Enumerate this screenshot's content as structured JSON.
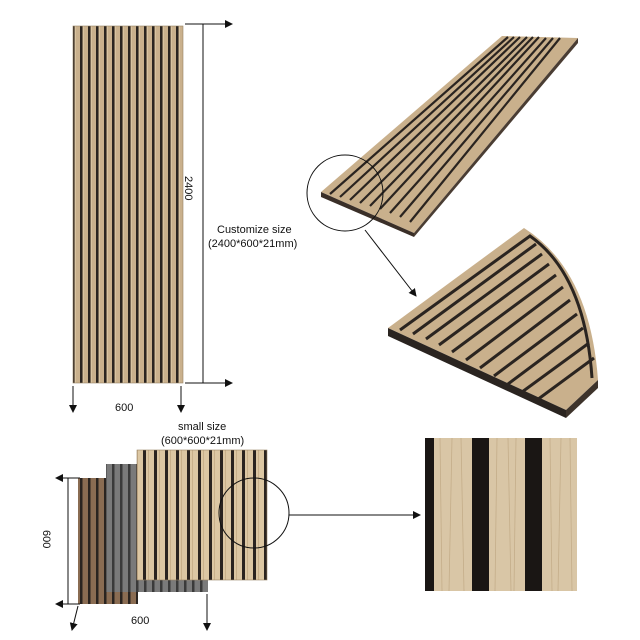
{
  "tall_panel": {
    "height_label": "2400",
    "width_label": "600"
  },
  "customize": {
    "title": "Customize size",
    "dims": "(2400*600*21mm)"
  },
  "small_panels": {
    "title": "small size",
    "dims": "(600*600*21mm)",
    "height_label": "600",
    "width_label": "600"
  },
  "colors": {
    "oak": "#c9b08c",
    "oak_light": "#dcc7a3",
    "groove": "#2a2420",
    "walnut": "#8a6c52",
    "grey": "#6d6d6d"
  }
}
